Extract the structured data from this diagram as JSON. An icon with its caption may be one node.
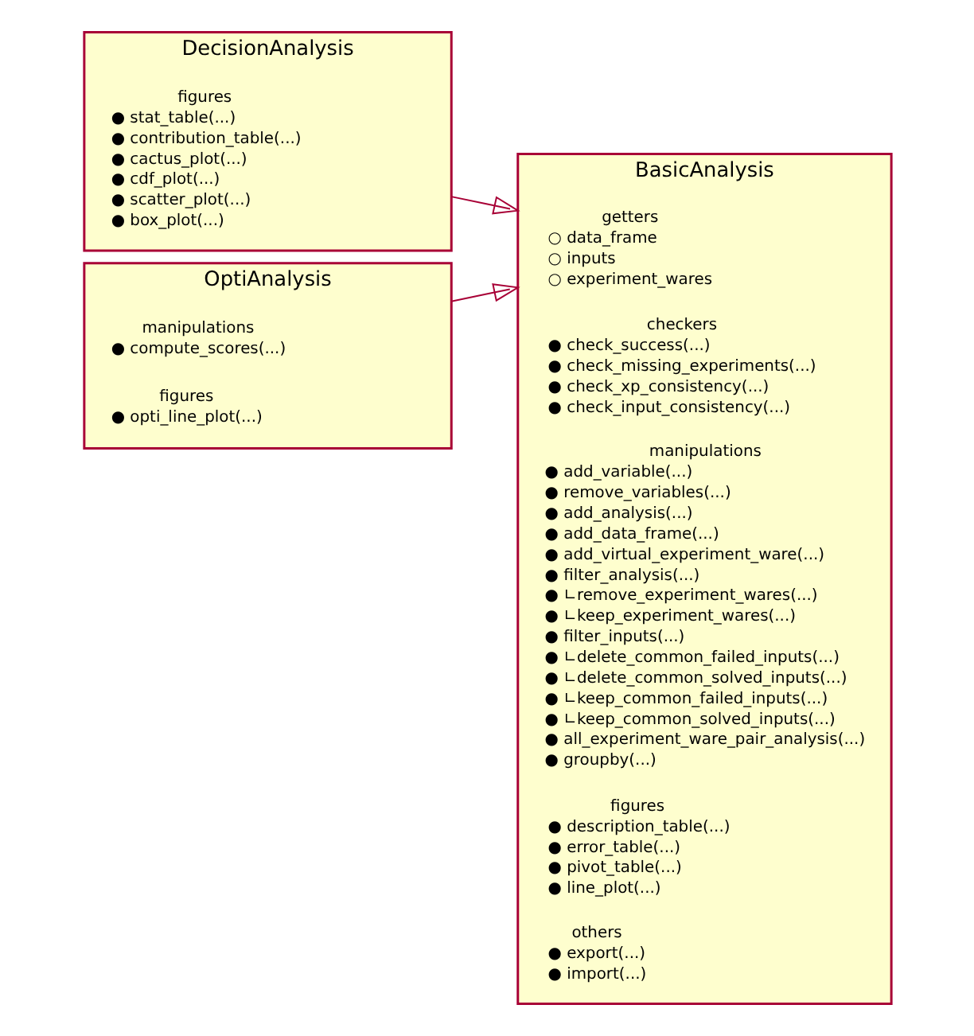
{
  "diagram": {
    "nodes": [
      {
        "text": [
          "BasicAnalysis"
        ]
      },
      {
        "text": [
          "getters",
          "○ data_frame",
          "○ inputs",
          "○ experiment_wares"
        ],
        "in": 0
      },
      {
        "text": [
          "checkers",
          "● check_success(...)",
          "● check_missing_experiments(...)",
          "● check_xp_consistency(...)",
          "● check_input_consistency(...)"
        ],
        "in": 0
      },
      {
        "text": [
          "manipulations",
          "● add_variable(...)",
          "● remove_variables(...)",
          "● add_analysis(...)",
          "● add_data_frame(...)",
          "● add_virtual_experiment_ware(...)",
          "● filter_analysis(...)",
          "● ∟remove_experiment_wares(...)",
          "● ∟keep_experiment_wares(...)",
          "● filter_inputs(...)",
          "● ∟delete_common_failed_inputs(...)",
          "● ∟delete_common_solved_inputs(...)",
          "● ∟keep_common_failed_inputs(...)",
          "● ∟keep_common_solved_inputs(...)",
          "● all_experiment_ware_pair_analysis(...)",
          "● groupby(...)"
        ],
        "in": 0
      },
      {
        "text": [
          "figures",
          "● description_table(...)",
          "● error_table(...)",
          "● pivot_table(...)",
          "● line_plot(...)"
        ],
        "in": 0
      },
      {
        "text": [
          "others",
          "● export(...)",
          "● import(...)"
        ],
        "in": 0
      },
      {
        "text": [
          "DecisionAnalysis"
        ]
      },
      {
        "text": [
          "figures",
          "● stat_table(...)",
          "● contribution_table(...)",
          "● cactus_plot(...)",
          "● cdf_plot(...)",
          "● scatter_plot(...)",
          "● box_plot(...)"
        ],
        "in": 6
      },
      {
        "text": [
          "OptiAnalysis"
        ]
      },
      {
        "text": [
          "manipulations",
          "● compute_scores(...)"
        ],
        "in": 8
      },
      {
        "text": [
          "figures",
          "● opti_line_plot(...)"
        ],
        "in": 8
      }
    ],
    "edges": [
      {
        "from": 6,
        "to": 0,
        "arrow": "to"
      },
      {
        "from": 8,
        "to": 0,
        "arrow": "to"
      }
    ]
  }
}
